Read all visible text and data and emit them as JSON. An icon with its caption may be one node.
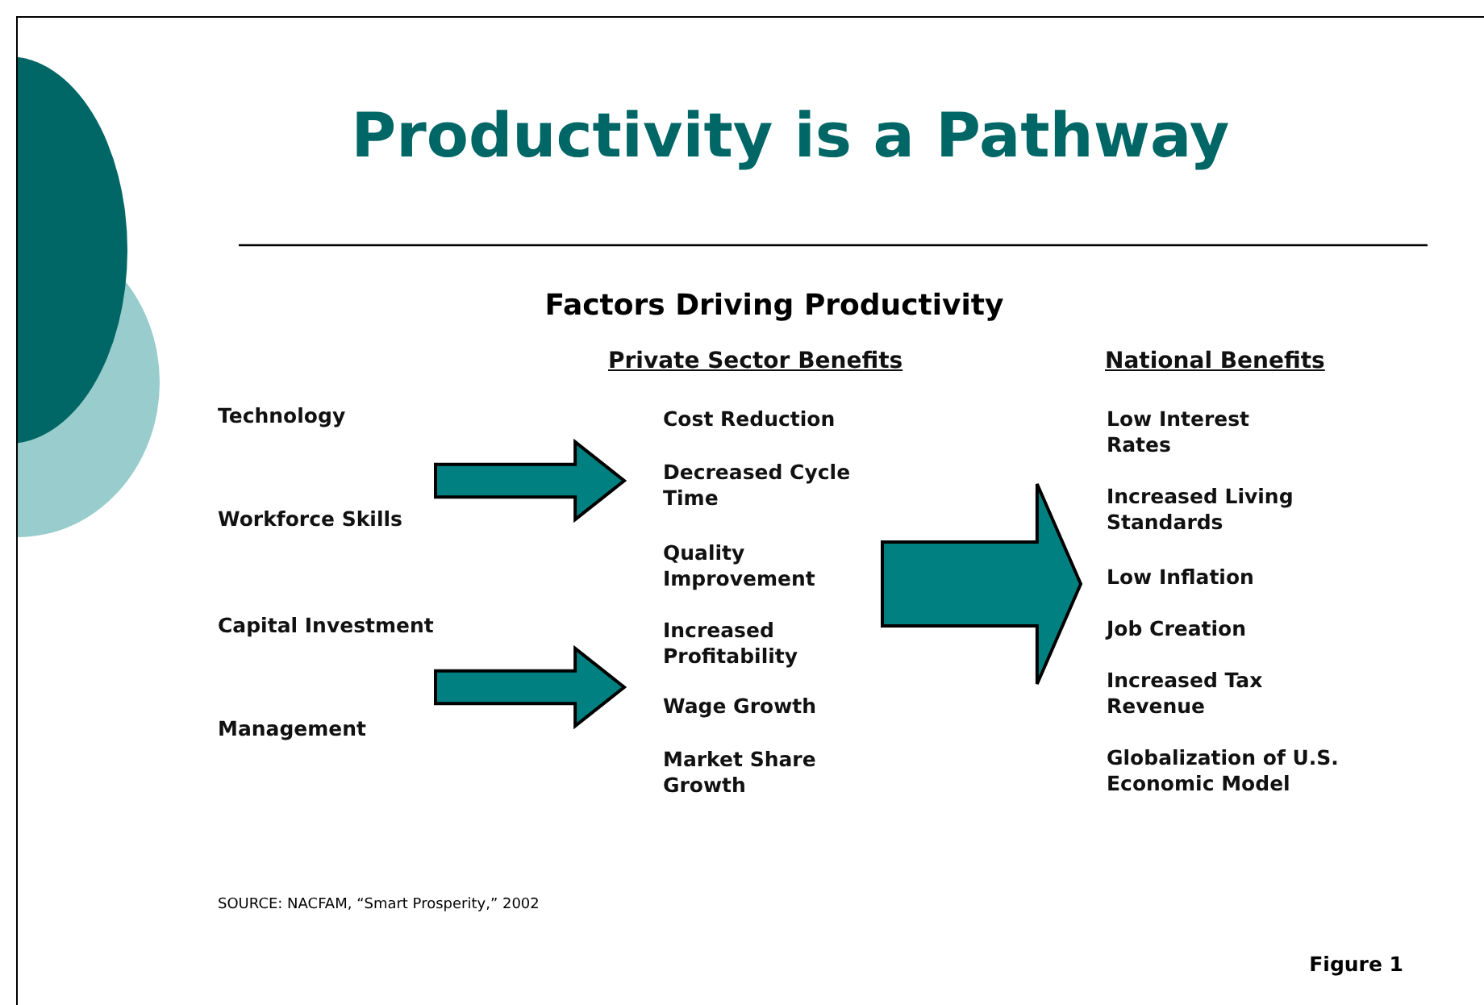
{
  "diagram": {
    "title": "Productivity is a Pathway",
    "nodes": [
      {
        "text": [
          "Technology",
          "Workforce Skills",
          "Capital Investment",
          "Management"
        ]
      },
      {
        "text": [
          "Private Sector Benefits",
          "Cost Reduction",
          "Decreased Cycle Time",
          "Quality Improvement",
          "Increased Profitability",
          "Wage Growth",
          "Market Share Growth"
        ]
      },
      {
        "text": [
          "National Benefits",
          "Low Interest Rates",
          "Increased Living Standards",
          "Low Inflation",
          "Job Creation",
          "Increased Tax Revenue",
          "Globalization of U.S. Economic Model"
        ]
      }
    ],
    "edges": [
      {
        "from": 0,
        "to": 1,
        "arrow": "to"
      },
      {
        "from": 0,
        "to": 1,
        "arrow": "to"
      },
      {
        "from": 1,
        "to": 2,
        "arrow": "to"
      }
    ],
    "labels": [
      "Factors Driving Productivity",
      "SOURCE: NACFAM, “Smart Prosperity,” 2002",
      "Figure 1"
    ]
  }
}
